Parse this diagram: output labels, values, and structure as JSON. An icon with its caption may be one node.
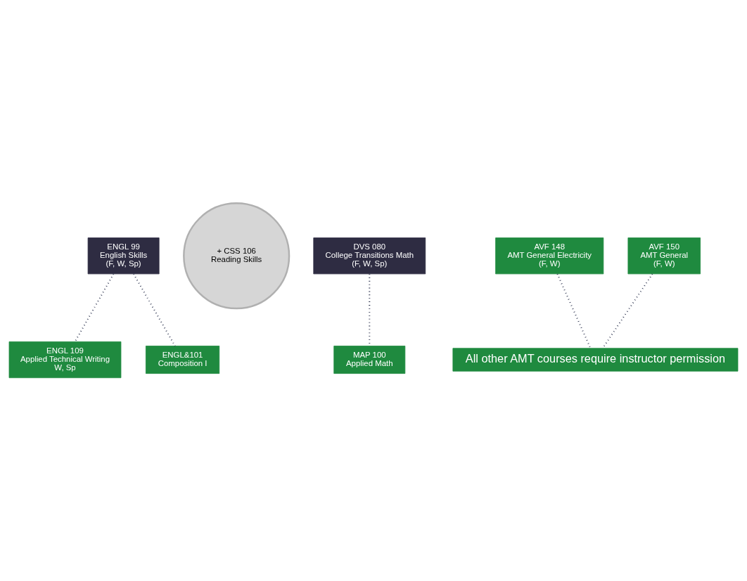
{
  "diagram": {
    "nodes": [
      {
        "text": [
          "ENGL 99",
          "English Skills",
          "(F, W, Sp)"
        ]
      },
      {
        "text": [
          "+ CSS 106",
          "Reading Skills"
        ]
      },
      {
        "text": [
          "ENGL 109",
          "Applied Technical Writing",
          "W, Sp"
        ]
      },
      {
        "text": [
          "ENGL&101",
          "Composition I"
        ]
      },
      {
        "text": [
          "DVS 080",
          "College Transitions Math",
          "(F, W, Sp)"
        ]
      },
      {
        "text": [
          "MAP 100",
          "Applied Math"
        ]
      },
      {
        "text": [
          "AVF 148",
          "AMT General Electricity",
          "(F, W)"
        ]
      },
      {
        "text": [
          "AVF 150",
          "AMT General",
          "(F, W)"
        ]
      },
      {
        "text": [
          "All other AMT courses require instructor permission"
        ]
      }
    ],
    "edges": [
      {
        "from": 0,
        "to": 2,
        "arrow": "none",
        "style": "dashed"
      },
      {
        "from": 0,
        "to": 3,
        "arrow": "none",
        "style": "dashed"
      },
      {
        "from": 4,
        "to": 5,
        "arrow": "none",
        "style": "dashed"
      },
      {
        "from": 6,
        "to": 8,
        "arrow": "none",
        "style": "dashed"
      },
      {
        "from": 7,
        "to": 8,
        "arrow": "none",
        "style": "dashed"
      }
    ]
  }
}
